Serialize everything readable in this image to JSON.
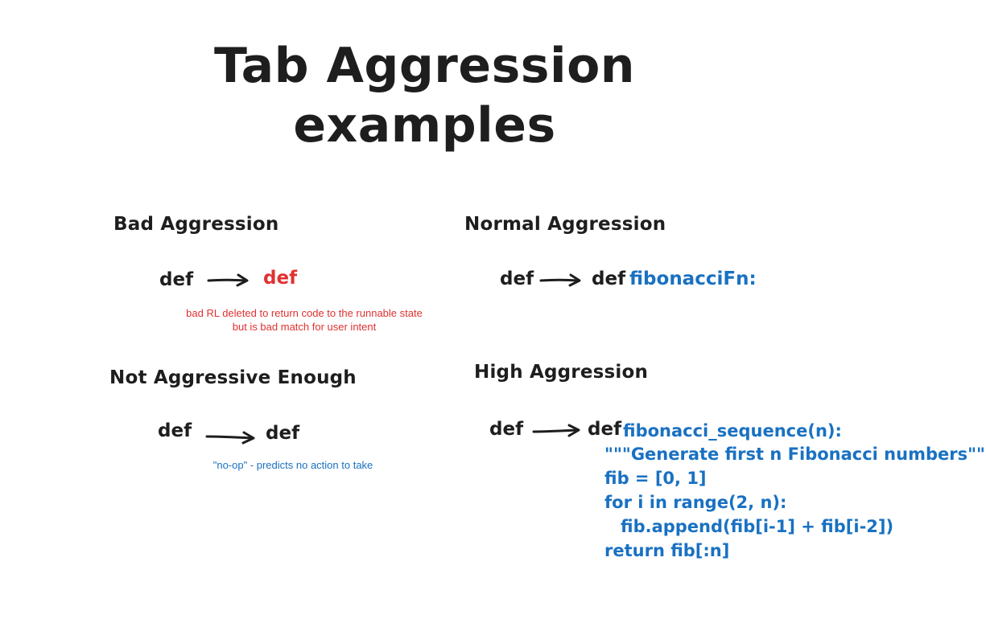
{
  "title": {
    "line1": "Tab Aggression",
    "line2": "examples"
  },
  "colors": {
    "ink": "#1e1e1e",
    "red": "#e03131",
    "blue": "#1971c2"
  },
  "bad": {
    "heading": "Bad Aggression",
    "input": "def",
    "output": "def",
    "note_line1": "bad RL deleted to return code to the runnable state",
    "note_line2": "but is bad match for user intent"
  },
  "normal": {
    "heading": "Normal Aggression",
    "input": "def",
    "output_kw": "def",
    "output_completion": "fibonacciFn:"
  },
  "not_enough": {
    "heading": "Not Aggressive Enough",
    "input": "def",
    "output": "def",
    "note": "\"no-op\" - predicts no action to take"
  },
  "high": {
    "heading": "High Aggression",
    "input": "def",
    "output_kw": "def",
    "code": [
      "fibonacci_sequence(n):",
      "\"\"\"Generate first n Fibonacci numbers\"\"\"",
      "fib = [0, 1]",
      "for i in range(2, n):",
      "fib.append(fib[i-1] + fib[i-2])",
      "return fib[:n]"
    ]
  }
}
